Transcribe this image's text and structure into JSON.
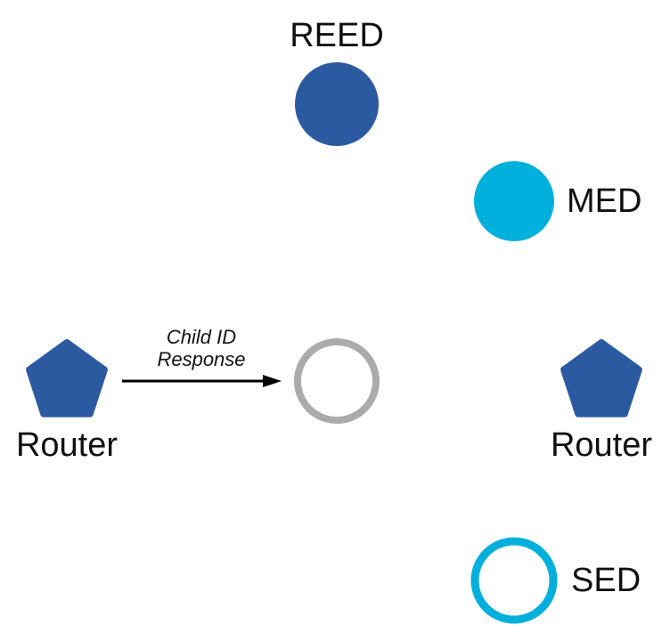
{
  "colors": {
    "router_blue": "#2C5AA0",
    "device_cyan": "#00B0DC",
    "inactive_gray": "#ABABAB",
    "arrow_black": "#000000",
    "label_text": "#111111"
  },
  "nodes": {
    "reed": {
      "label": "REED",
      "shape": "filled-circle"
    },
    "med": {
      "label": "MED",
      "shape": "filled-circle"
    },
    "router_left": {
      "label": "Router",
      "shape": "filled-pentagon"
    },
    "new_device": {
      "label": "",
      "shape": "outlined-circle"
    },
    "router_right": {
      "label": "Router",
      "shape": "filled-pentagon"
    },
    "sed": {
      "label": "SED",
      "shape": "outlined-circle"
    }
  },
  "arrow": {
    "label_lines": [
      "Child ID",
      "Response"
    ]
  }
}
